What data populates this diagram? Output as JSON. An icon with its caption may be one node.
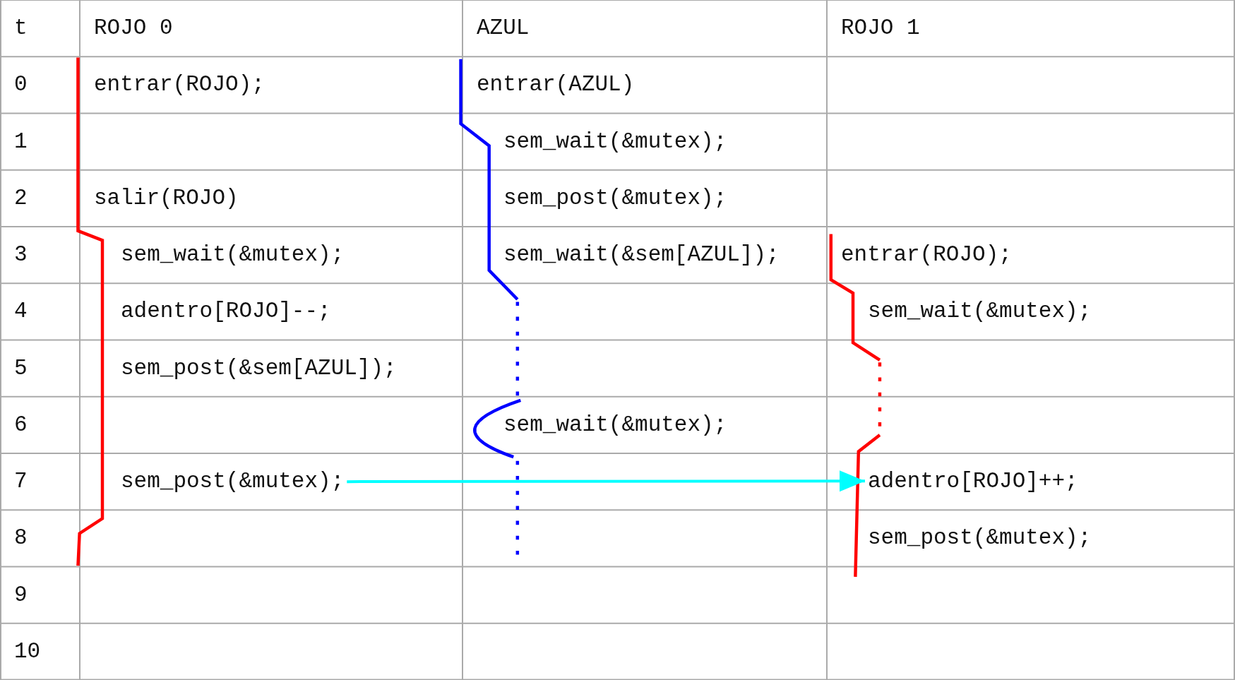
{
  "diagram": {
    "nodes": [
      {
        "text": [
          "sem_post(&mutex);"
        ]
      },
      {
        "text": [
          "adentro[ROJO]++;"
        ]
      }
    ],
    "edges": [
      {
        "from": 0,
        "to": 1,
        "arrow": "to",
        "color": "#00ffff"
      }
    ],
    "labels": [
      "t",
      "ROJO 0",
      "AZUL",
      "ROJO 1",
      "0",
      "entrar(ROJO);",
      "entrar(AZUL)",
      "1",
      "sem_wait(&mutex);",
      "2",
      "salir(ROJO)",
      "sem_post(&mutex);",
      "3",
      "sem_wait(&mutex);",
      "sem_wait(&sem[AZUL]);",
      "entrar(ROJO);",
      "4",
      "adentro[ROJO]--;",
      "sem_wait(&mutex);",
      "5",
      "sem_post(&sem[AZUL]);",
      "6",
      "sem_wait(&mutex);",
      "7",
      "8",
      "sem_post(&mutex);",
      "9",
      "10"
    ]
  }
}
